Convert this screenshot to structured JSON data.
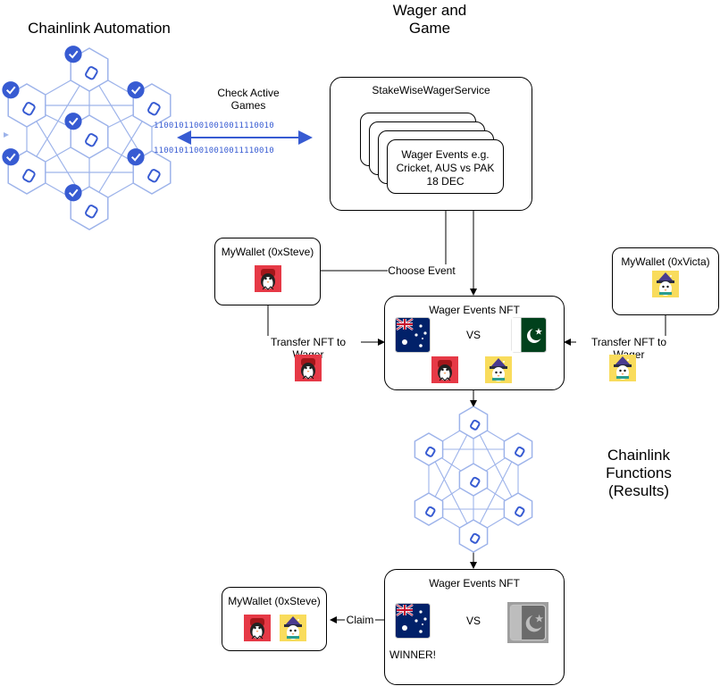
{
  "titles": {
    "chainlink_automation": "Chainlink Automation",
    "wager_and_game": "Wager and Game",
    "chainlink_functions": "Chainlink Functions (Results)"
  },
  "labels": {
    "check_active_games": "Check Active Games",
    "binary_top": "110010110010010011110010",
    "binary_bottom": "110010110010010011110010",
    "choose_event": "Choose Event",
    "transfer_left": "Transfer NFT to Wager",
    "transfer_right": "Transfer NFT to Wager",
    "claim": "Claim"
  },
  "service": {
    "title": "StakeWiseWagerService",
    "card_text": "Wager Events e.g. Cricket, AUS vs PAK 18 DEC"
  },
  "wallets": {
    "steve": "MyWallet (0xSteve)",
    "victa": "MyWallet (0xVicta)",
    "steve_result": "MyWallet (0xSteve)"
  },
  "nft_top": {
    "title": "Wager Events NFT",
    "vs": "VS"
  },
  "nft_bottom": {
    "title": "Wager Events NFT",
    "vs": "VS",
    "winner": "WINNER!"
  },
  "colors": {
    "chainlink_blue": "#375bd2",
    "hex_stroke": "#9db3ea",
    "hex_fill": "#ffffff"
  },
  "icons": {
    "avatar_red": "penguin-red-avatar-icon",
    "avatar_yellow": "penguin-wizard-avatar-icon",
    "flag_aus": "australia-flag-icon",
    "flag_pak": "pakistan-flag-icon"
  }
}
